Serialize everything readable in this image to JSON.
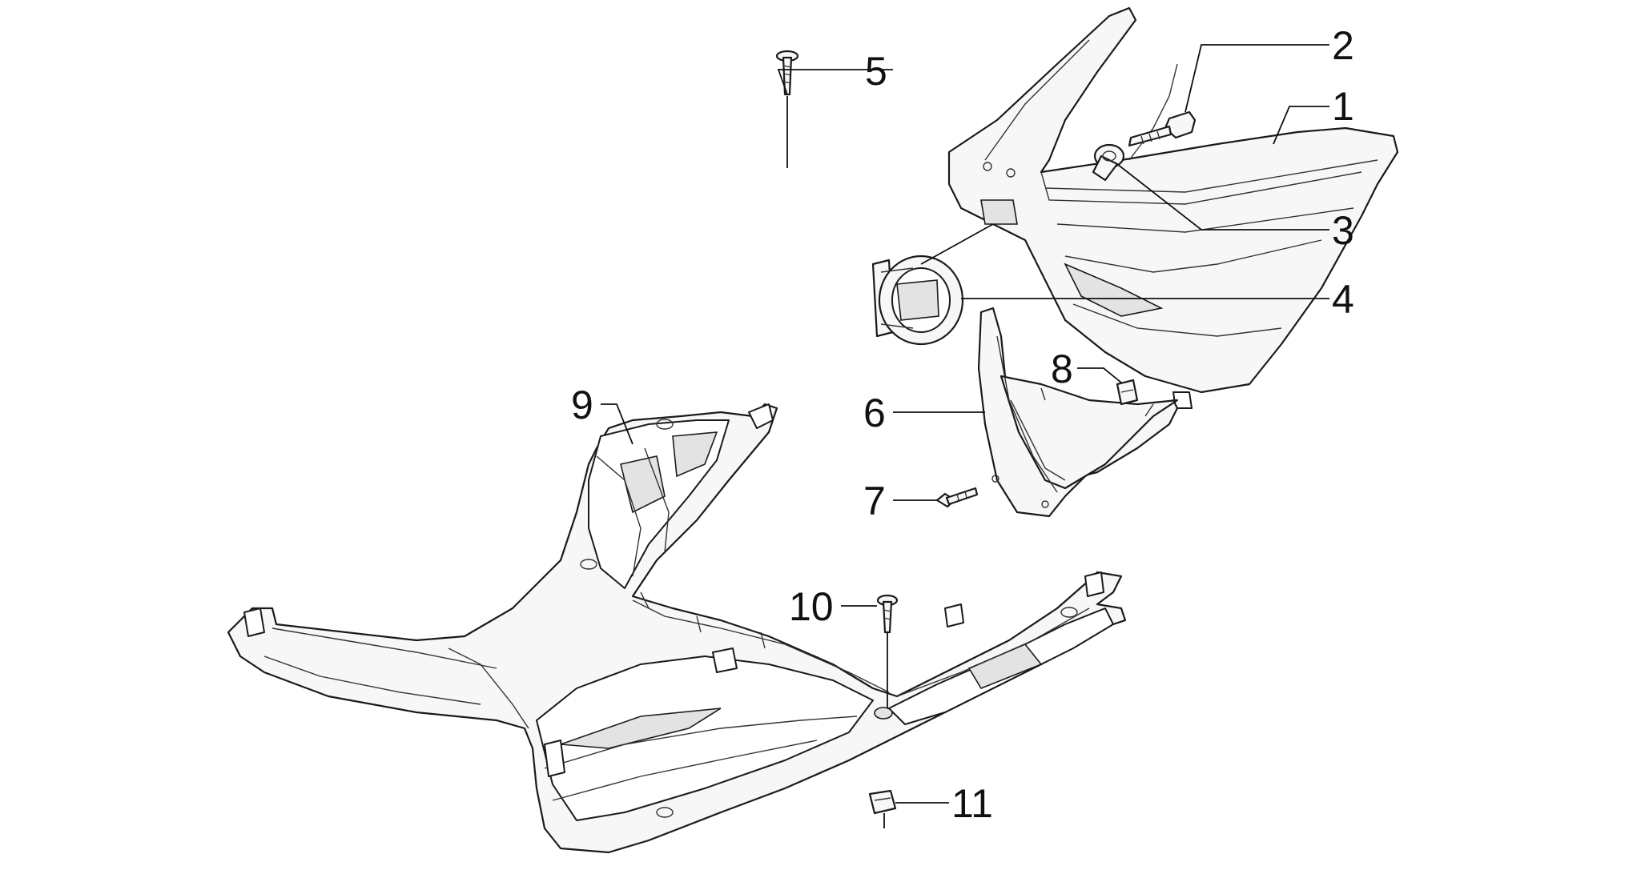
{
  "callouts": [
    {
      "id": "1",
      "label": "1"
    },
    {
      "id": "2",
      "label": "2"
    },
    {
      "id": "3",
      "label": "3"
    },
    {
      "id": "4",
      "label": "4"
    },
    {
      "id": "5",
      "label": "5"
    },
    {
      "id": "6",
      "label": "6"
    },
    {
      "id": "7",
      "label": "7"
    },
    {
      "id": "8",
      "label": "8"
    },
    {
      "id": "9",
      "label": "9"
    },
    {
      "id": "10",
      "label": "10"
    },
    {
      "id": "11",
      "label": "11"
    }
  ],
  "colors": {
    "line": "#1a1a1a",
    "fill": "#f7f7f7",
    "background": "#ffffff"
  }
}
